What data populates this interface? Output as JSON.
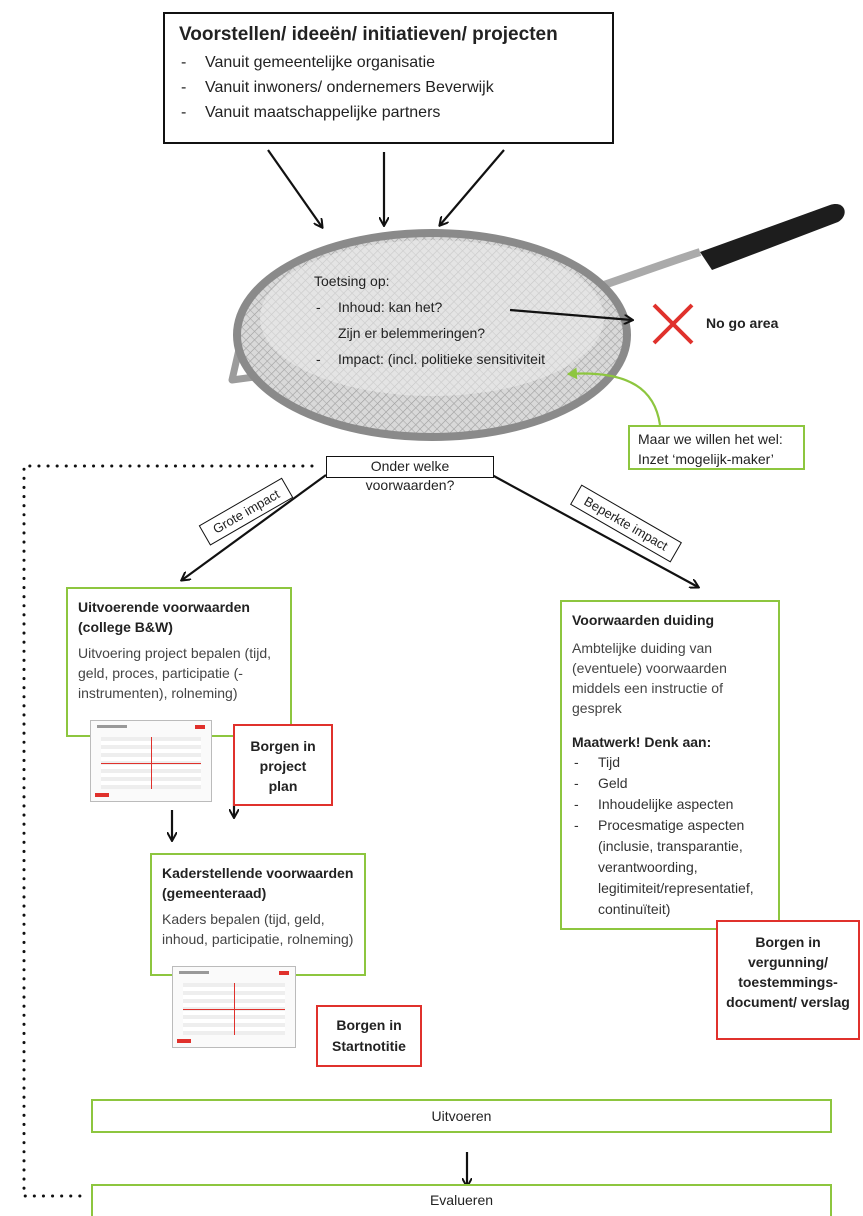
{
  "top_box": {
    "title": "Voorstellen/ ideeën/ initiatieven/ projecten",
    "items": [
      "Vanuit gemeentelijke organisatie",
      "Vanuit inwoners/ ondernemers Beverwijk",
      "Vanuit maatschappelijke partners"
    ]
  },
  "sieve": {
    "heading": "Toetsing op:",
    "item1": "Inhoud: kan het?",
    "item1b": "Zijn er belemmeringen?",
    "item2": "Impact: (incl. politieke sensitiviteit"
  },
  "no_go": "No go area",
  "mogelijk_maker": {
    "line1": "Maar we willen het wel:",
    "line2": "Inzet ‘mogelijk-maker’"
  },
  "question": "Onder welke voorwaarden?",
  "tags": {
    "grote": "Grote impact",
    "beperkte": "Beperkte impact"
  },
  "uitvoerende": {
    "title1": "Uitvoerende voorwaarden",
    "title2": "(college B&W)",
    "body": "Uitvoering project bepalen (tijd, geld, proces, participatie (-instrumenten), rolneming)"
  },
  "borgen_project": "Borgen in project plan",
  "kaderstellende": {
    "title1": "Kaderstellende voorwaarden",
    "title2": "(gemeenteraad)",
    "body": "Kaders bepalen (tijd, geld, inhoud, participatie, rolneming)"
  },
  "borgen_start": "Borgen in Startnotitie",
  "duiding": {
    "title": "Voorwaarden duiding",
    "body": "Ambtelijke duiding van (eventuele) voorwaarden middels een instructie of gesprek",
    "maatwerk": "Maatwerk! Denk aan:",
    "items": [
      "Tijd",
      "Geld",
      "Inhoudelijke aspecten",
      "Procesmatige aspecten (inclusie, transparantie, verantwoording, legitimiteit/representatief, continuïteit)"
    ]
  },
  "borgen_vergunning": "Borgen in vergunning/ toestemmings-document/ verslag",
  "uitvoeren": "Uitvoeren",
  "evalueren": "Evalueren",
  "colors": {
    "green": "#8dc63f",
    "red": "#e0312c",
    "black": "#111111"
  }
}
